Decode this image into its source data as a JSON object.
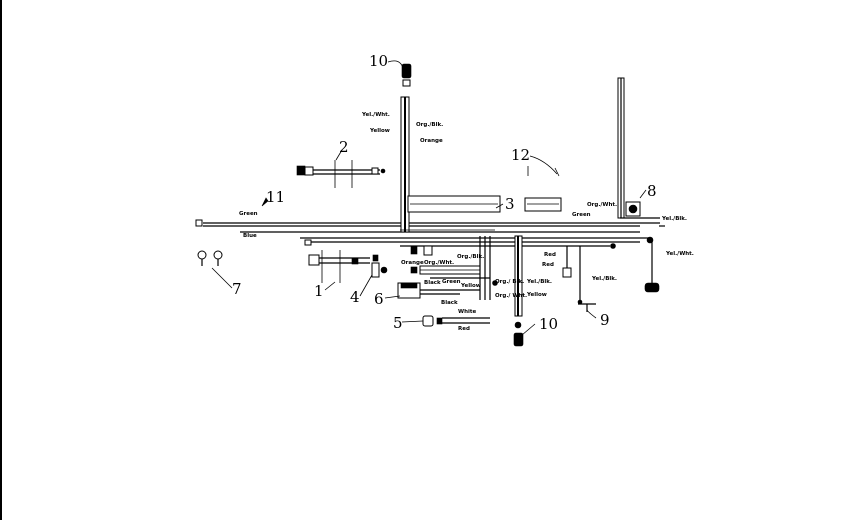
{
  "diagram": {
    "callouts": {
      "c1": "1",
      "c2": "2",
      "c3": "3",
      "c4": "4",
      "c5": "5",
      "c6": "6",
      "c7": "7",
      "c8": "8",
      "c9": "9",
      "c10_top": "10",
      "c10_bottom": "10",
      "c11": "11",
      "c12": "12"
    },
    "wire_labels": {
      "yel_wht_top": "Yel./Wht.",
      "org_blk_top": "Org./Blk.",
      "yellow_top": "Yellow",
      "orange_top": "Orange",
      "green_left": "Green",
      "blue_left": "Blue",
      "org_wht_right": "Org./Wht.",
      "green_right": "Green",
      "yel_blk_right": "Yel./Blk.",
      "yel_wht_right": "Yel./Wht.",
      "red": "Red",
      "red_lower": "Red",
      "yel_blk_mid": "Yel./Blk.",
      "orange_mid": "Orange",
      "org_wht_mid": "Org./Wht.",
      "org_blk_mid": "Org./Blk.",
      "black_mid": "Black",
      "green_mid": "Green",
      "yellow_mid": "Yellow",
      "org_blk_lower": "Org./ Blk.",
      "yel_blk_lower": "Yel./Blk.",
      "org_wht_lower": "Org./ Wht.",
      "yellow_lower": "Yellow",
      "black_lower": "Black",
      "white_lower": "White",
      "red_bottom": "Red"
    }
  }
}
